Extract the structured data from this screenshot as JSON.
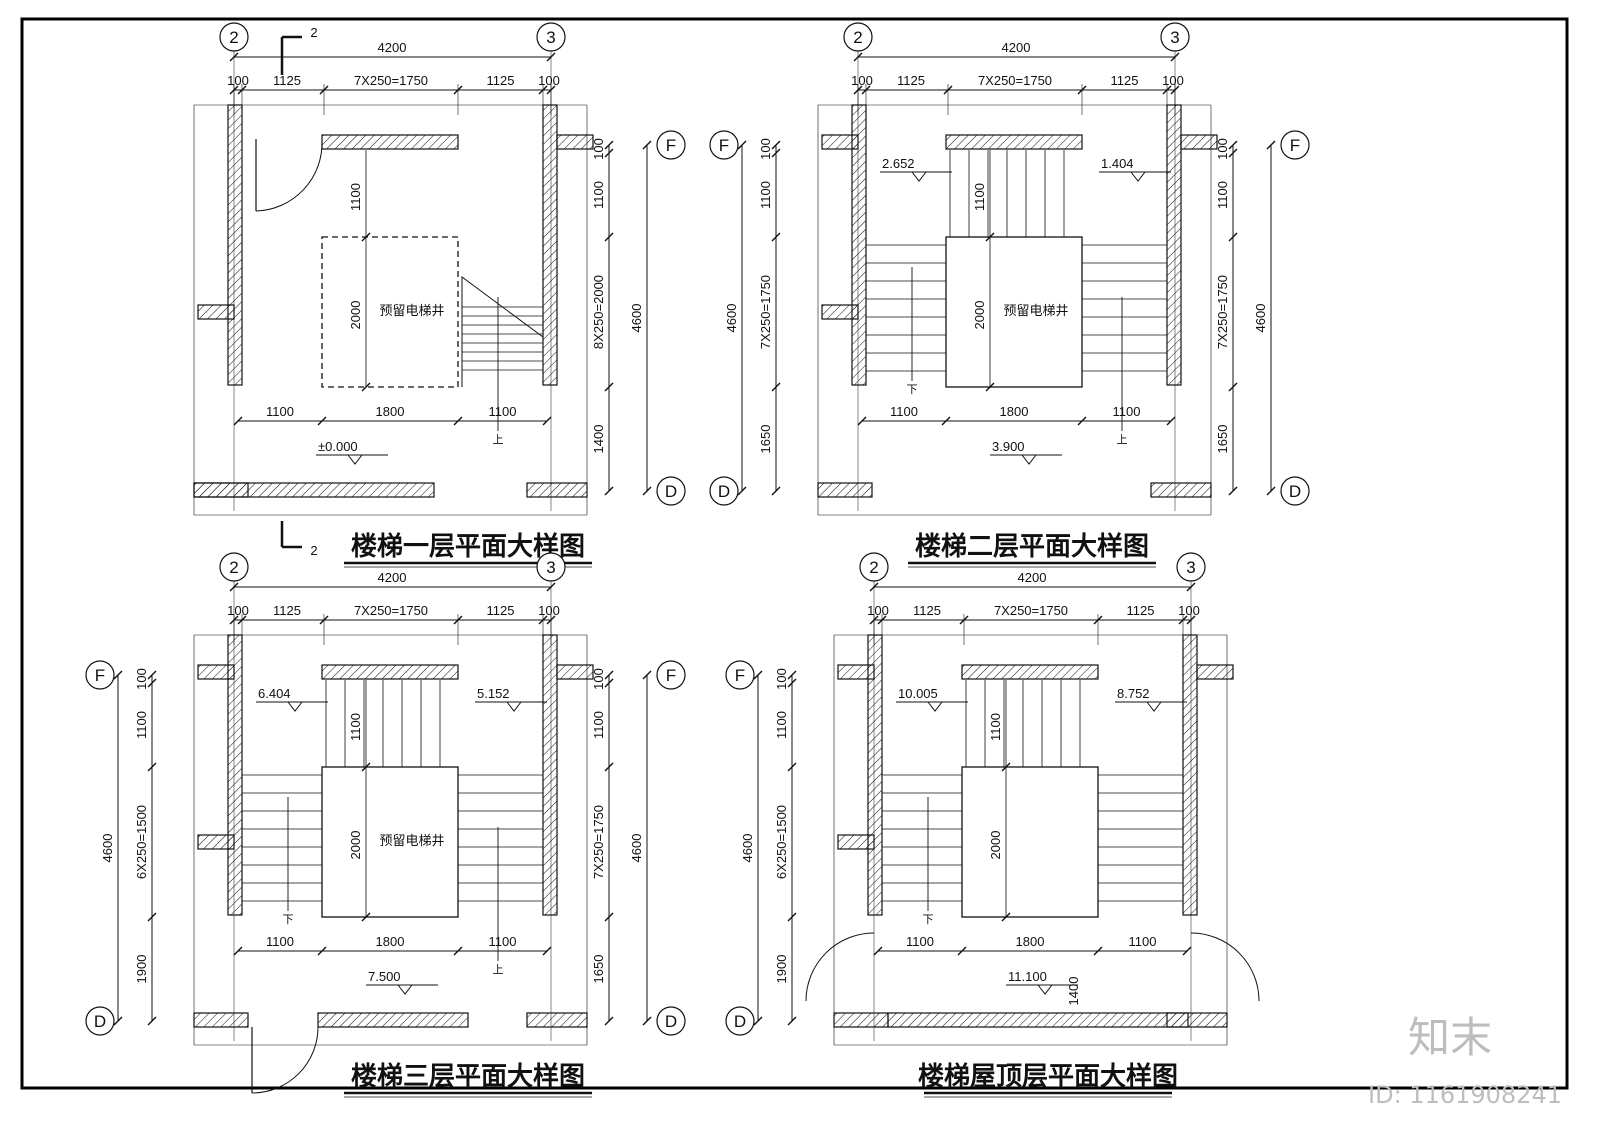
{
  "plans": [
    {
      "id": "floor-1",
      "title": "楼梯一层平面大样图",
      "axis_left": "2",
      "axis_right": "3",
      "axis_top": "F",
      "axis_bottom": "D",
      "overall_width": "4200",
      "top_dims": [
        "100",
        "1125",
        "7X250=1750",
        "1125",
        "100"
      ],
      "bottom_dims": [
        "1100",
        "1800",
        "1100"
      ],
      "left_dims": [],
      "right_dims": [
        "100",
        "1100",
        "8X250=2000",
        "1400"
      ],
      "overall_depth": "4600",
      "room_label": "预留电梯井",
      "shaft_depth": "2000",
      "shaft_upper": "1100",
      "levels": [
        "±0.000"
      ],
      "up_label": "上",
      "down_label": "",
      "section_mark": "2"
    },
    {
      "id": "floor-2",
      "title": "楼梯二层平面大样图",
      "axis_left": "2",
      "axis_right": "3",
      "axis_top": "F",
      "axis_bottom": "D",
      "overall_width": "4200",
      "top_dims": [
        "100",
        "1125",
        "7X250=1750",
        "1125",
        "100"
      ],
      "bottom_dims": [
        "1100",
        "1800",
        "1100"
      ],
      "left_dims": [
        "100",
        "1100",
        "7X250=1750",
        "1650"
      ],
      "right_dims": [
        "100",
        "1100",
        "7X250=1750",
        "1650"
      ],
      "overall_depth": "4600",
      "room_label": "预留电梯井",
      "shaft_depth": "2000",
      "shaft_upper": "1100",
      "levels": [
        "2.652",
        "1.404",
        "3.900"
      ],
      "up_label": "上",
      "down_label": "下",
      "section_mark": ""
    },
    {
      "id": "floor-3",
      "title": "楼梯三层平面大样图",
      "axis_left": "2",
      "axis_right": "3",
      "axis_top": "F",
      "axis_bottom": "D",
      "overall_width": "4200",
      "top_dims": [
        "100",
        "1125",
        "7X250=1750",
        "1125",
        "100"
      ],
      "bottom_dims": [
        "1100",
        "1800",
        "1100"
      ],
      "left_dims": [
        "100",
        "1100",
        "6X250=1500",
        "1900"
      ],
      "right_dims": [
        "100",
        "1100",
        "7X250=1750",
        "1650"
      ],
      "overall_depth": "4600",
      "room_label": "预留电梯井",
      "shaft_depth": "2000",
      "shaft_upper": "1100",
      "levels": [
        "6.404",
        "5.152",
        "7.500"
      ],
      "up_label": "上",
      "down_label": "下",
      "section_mark": ""
    },
    {
      "id": "roof",
      "title": "楼梯屋顶层平面大样图",
      "axis_left": "2",
      "axis_right": "3",
      "axis_top": "F",
      "axis_bottom": "D",
      "overall_width": "4200",
      "top_dims": [
        "100",
        "1125",
        "7X250=1750",
        "1125",
        "100"
      ],
      "bottom_dims": [
        "1100",
        "1800",
        "1100"
      ],
      "left_dims": [
        "100",
        "1100",
        "6X250=1500",
        "1900"
      ],
      "right_dims": [],
      "overall_depth": "4600",
      "room_label": "",
      "shaft_depth": "2000",
      "shaft_upper": "1100",
      "extra_dim": "1400",
      "levels": [
        "10.005",
        "8.752",
        "11.100"
      ],
      "up_label": "",
      "down_label": "下",
      "section_mark": ""
    }
  ],
  "watermark": {
    "brand": "知末",
    "id_label": "ID: 1161908241"
  }
}
